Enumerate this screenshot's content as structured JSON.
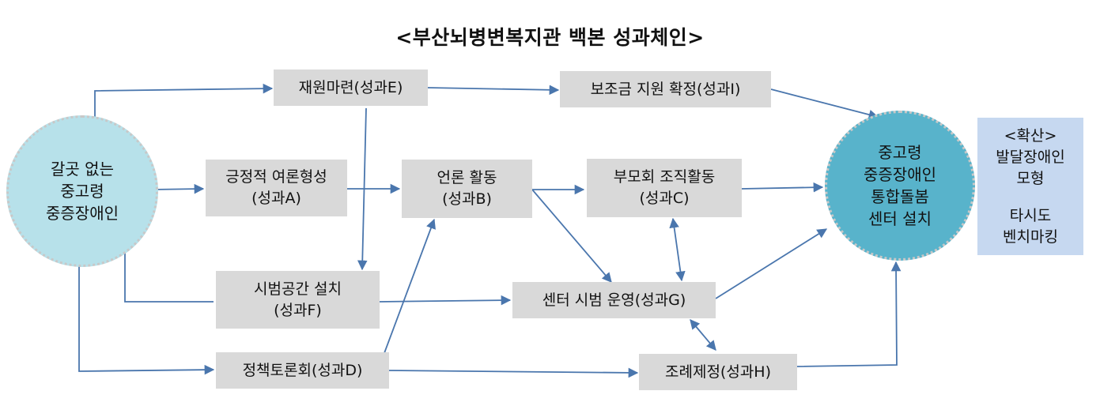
{
  "title": "<부산뇌병변복지관 백본 성과체인>",
  "start": {
    "lines": [
      "갈곳 없는",
      "중고령",
      "중증장애인"
    ]
  },
  "goal": {
    "lines": [
      "중고령",
      "중증장애인",
      "통합돌봄",
      "센터 설치"
    ]
  },
  "boxes": {
    "E": {
      "lines": [
        "재원마련(성과E)"
      ]
    },
    "I": {
      "lines": [
        "보조금 지원 확정(성과I)"
      ]
    },
    "A": {
      "lines": [
        "긍정적 여론형성",
        "(성과A)"
      ]
    },
    "B": {
      "lines": [
        "언론 활동",
        "(성과B)"
      ]
    },
    "C": {
      "lines": [
        "부모회 조직활동",
        "(성과C)"
      ]
    },
    "F": {
      "lines": [
        "시범공간 설치",
        "(성과F)"
      ]
    },
    "G": {
      "lines": [
        "센터 시범 운영(성과G)"
      ]
    },
    "D": {
      "lines": [
        "정책토론회(성과D)"
      ]
    },
    "H": {
      "lines": [
        "조례제정(성과H)"
      ]
    }
  },
  "expand": {
    "lines": [
      "<확산>",
      "발달장애인",
      "모형",
      "타시도",
      "벤치마킹"
    ]
  },
  "colors": {
    "arrow": "#4a76ad",
    "box": "#d9d9d9",
    "start_circle": "#b7e1ea",
    "goal_circle": "#58b3cb",
    "expand_box": "#c6d8f0"
  }
}
